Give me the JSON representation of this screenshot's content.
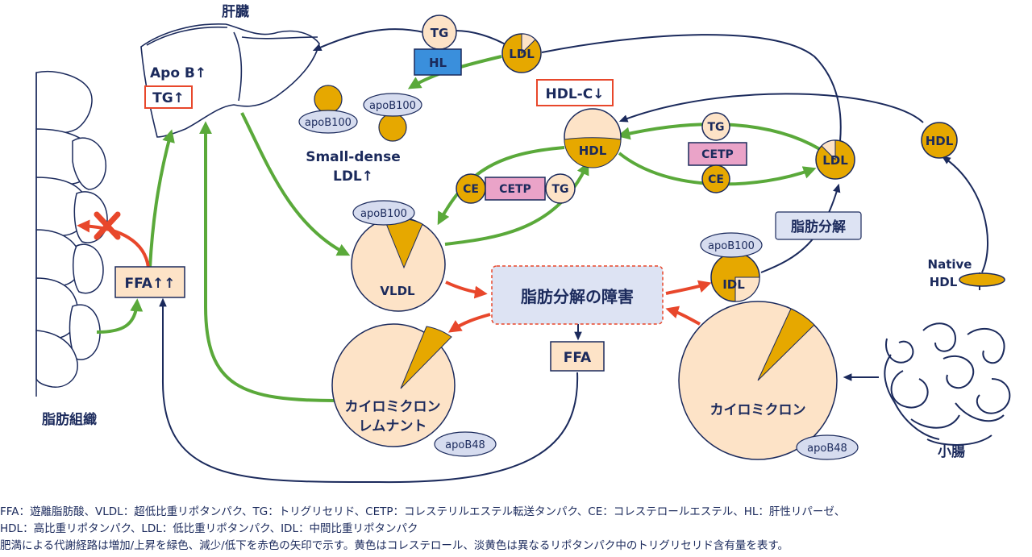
{
  "organs": {
    "liver": "肝臓",
    "adipose": "脂肪組織",
    "intestine": "小腸"
  },
  "liver_labels": {
    "apob": "Apo B↑",
    "tg": "TG↑"
  },
  "particles": {
    "ldl_top": "LDL",
    "ldl_right": "LDL",
    "hdl": "HDL",
    "hdl_small": "HDL",
    "native_hdl": "Native\nHDL",
    "vldl": "VLDL",
    "idl": "IDL",
    "chylomicron": "カイロミクロン",
    "remnant_line1": "カイロミクロン",
    "remnant_line2": "レムナント"
  },
  "proteins": {
    "apob100_liver1": "apoB100",
    "apob100_liver2": "apoB100",
    "apob100_vldl": "apoB100",
    "apob100_idl": "apoB100",
    "apob48_remnant": "apoB48",
    "apob48_chylo": "apoB48"
  },
  "tags": {
    "tg_top": "TG",
    "hl": "HL",
    "tg_cetp_right": "TG",
    "cetp_right": "CETP",
    "ce_right": "CE",
    "ce_left": "CE",
    "cetp_left": "CETP",
    "tg_left": "TG"
  },
  "boxes": {
    "hdl_c": "HDL-C↓",
    "ffa_up": "FFA↑↑",
    "ffa": "FFA",
    "lipolysis": "脂肪分解",
    "lipolysis_impair": "脂肪分解の障害"
  },
  "small_dense": {
    "line1": "Small-dense",
    "line2": "LDL↑"
  },
  "footer": {
    "line1": "FFA：遊離脂肪酸、VLDL：超低比重リポタンパク、TG：トリグリセリド、CETP：コレステリルエステル転送タンパク、CE：コレステロールエステル、HL：肝性リパーゼ、",
    "line2": "HDL：高比重リポタンパク、LDL：低比重リポタンパク、IDL：中間比重リポタンパク",
    "line3": "肥満による代謝経路は増加/上昇を緑色、減少/低下を赤色の矢印で示す。黄色はコレステロール、淡黄色は異なるリポタンパク中のトリグリセリド含有量を表す。"
  },
  "colors": {
    "navy": "#1b2a5c",
    "green": "#5aa93a",
    "red": "#e8472b",
    "gold": "#e6a800",
    "peach": "#fde3c7",
    "hl_blue": "#3a8fdc",
    "cetp_pink": "#eaa3c8",
    "protein_blue": "#d6dcef",
    "lipolysis_blue": "#dde3f3"
  }
}
